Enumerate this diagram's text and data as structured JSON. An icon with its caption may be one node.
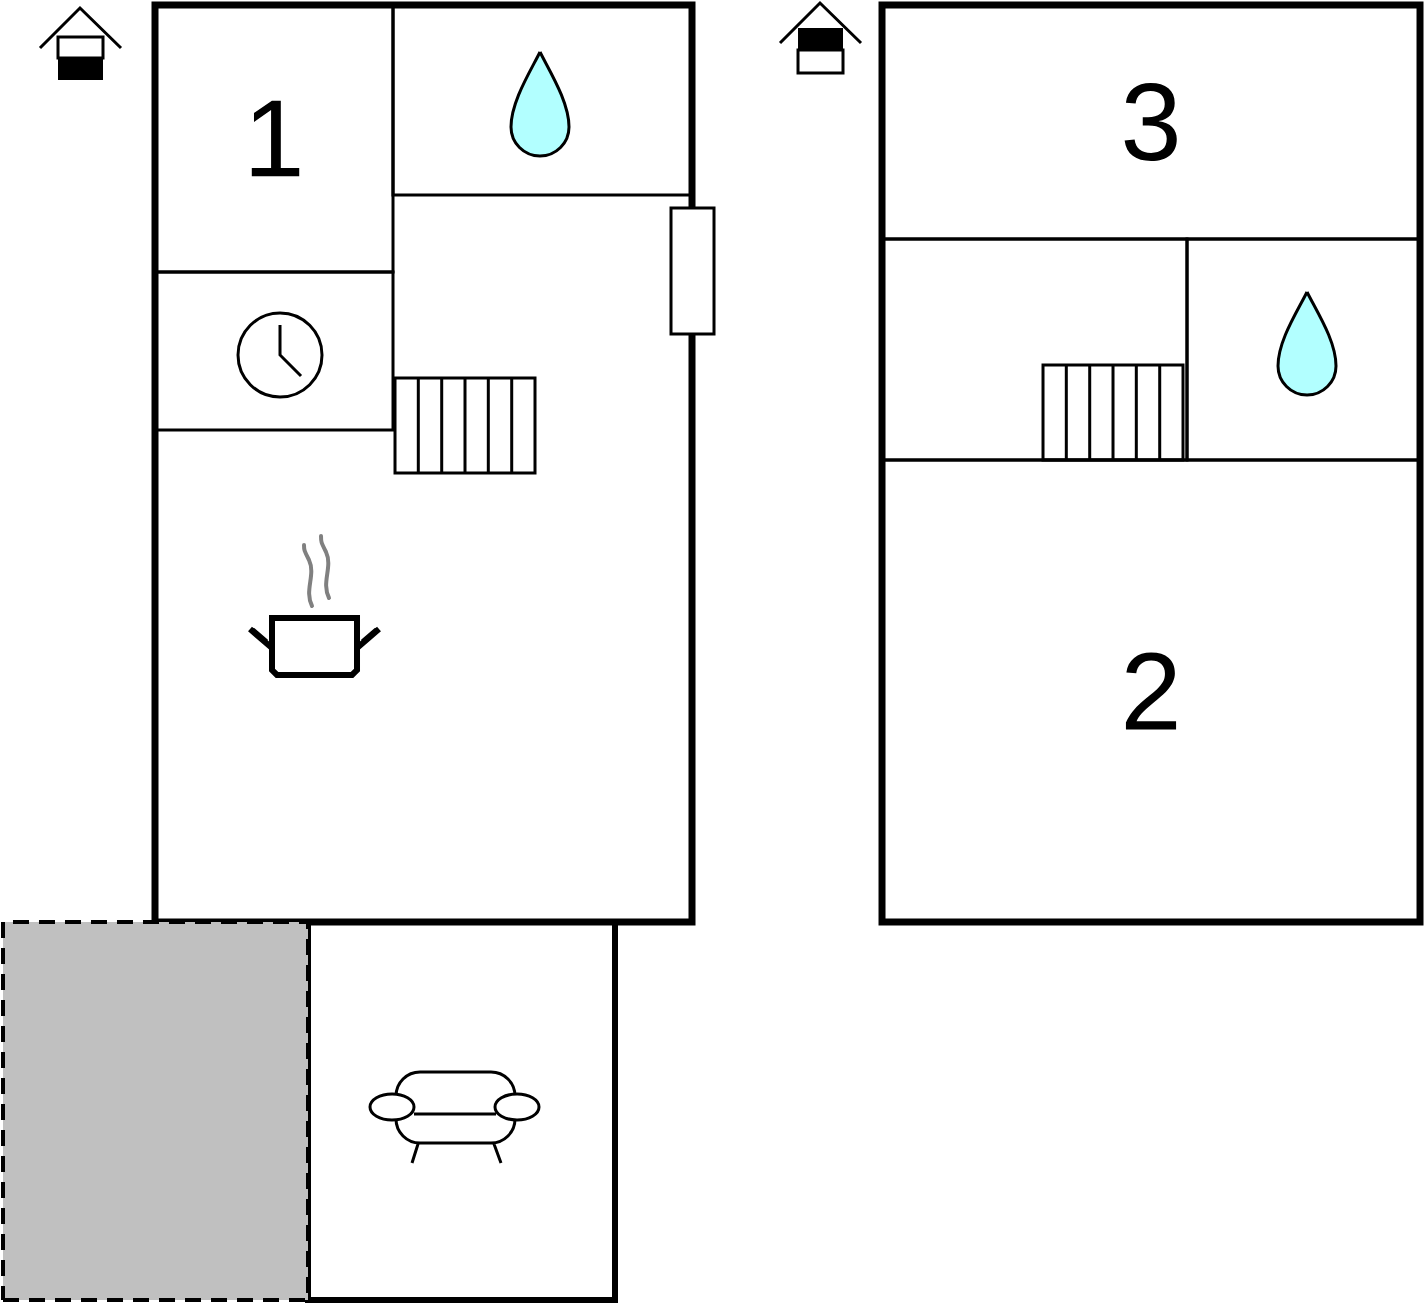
{
  "diagram": {
    "nodes": [
      {
        "text": [],
        "shape": "box"
      },
      {
        "text": [
          "1"
        ],
        "in": 0
      },
      {
        "text": [],
        "shape": "box",
        "in": 0
      },
      {
        "text": [],
        "shape": "box",
        "in": 0
      },
      {
        "text": [],
        "shape": "box"
      },
      {
        "text": [],
        "shape": "box"
      },
      {
        "text": [],
        "shape": "box"
      },
      {
        "text": [
          "3"
        ],
        "in": 6
      },
      {
        "text": [],
        "shape": "box",
        "in": 6
      },
      {
        "text": [],
        "shape": "box",
        "in": 6
      },
      {
        "text": [
          "2"
        ],
        "in": 6
      },
      {
        "text": [],
        "shape": "box"
      }
    ]
  }
}
